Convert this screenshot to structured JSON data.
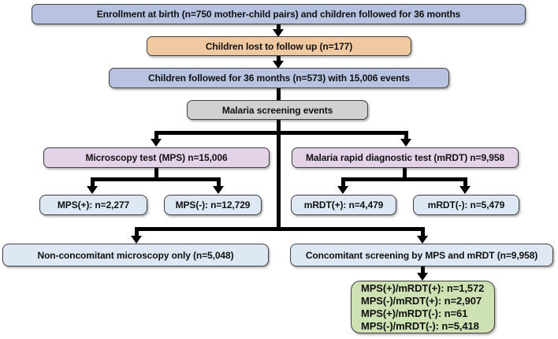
{
  "colors": {
    "box-blue": "#b7c3e0",
    "box-tan": "#f0c9a1",
    "box-gray": "#d1d1d1",
    "box-purple": "#e4d2e8",
    "box-lightblue": "#dde8f4",
    "box-green": "#cee1b2",
    "box-border": "#3f3f3f",
    "line": "#000000"
  },
  "nodes": {
    "enrollment": {
      "label": "Enrollment at birth (n=750 mother-child pairs) and children followed for 36 months"
    },
    "lost_to_follow_up": {
      "label": "Children lost to follow up (n=177)"
    },
    "followed": {
      "label": "Children followed for 36 months (n=573) with 15,006 events"
    },
    "screening_events": {
      "label": "Malaria screening events"
    },
    "microscopy": {
      "label": "Microscopy test (MPS) n=15,006"
    },
    "rapid_test": {
      "label": "Malaria rapid diagnostic test (mRDT) n=9,958"
    },
    "mps_positive": {
      "label": "MPS(+): n=2,277"
    },
    "mps_negative": {
      "label": "MPS(-): n=12,729"
    },
    "mrdt_positive": {
      "label": "mRDT(+): n=4,479"
    },
    "mrdt_negative": {
      "label": "mRDT(-): n=5,479"
    },
    "non_concomitant": {
      "label": "Non-concomitant microscopy only (n=5,048)"
    },
    "concomitant": {
      "label": "Concomitant screening by MPS and mRDT (n=9,958)"
    },
    "combinations": {
      "lines": [
        "MPS(+)/mRDT(+): n=1,572",
        "MPS(-)/mRDT(+): n=2,907",
        "MPS(+)/mRDT(-): n=61",
        "MPS(-)/mRDT(-): n=5,418"
      ]
    }
  }
}
